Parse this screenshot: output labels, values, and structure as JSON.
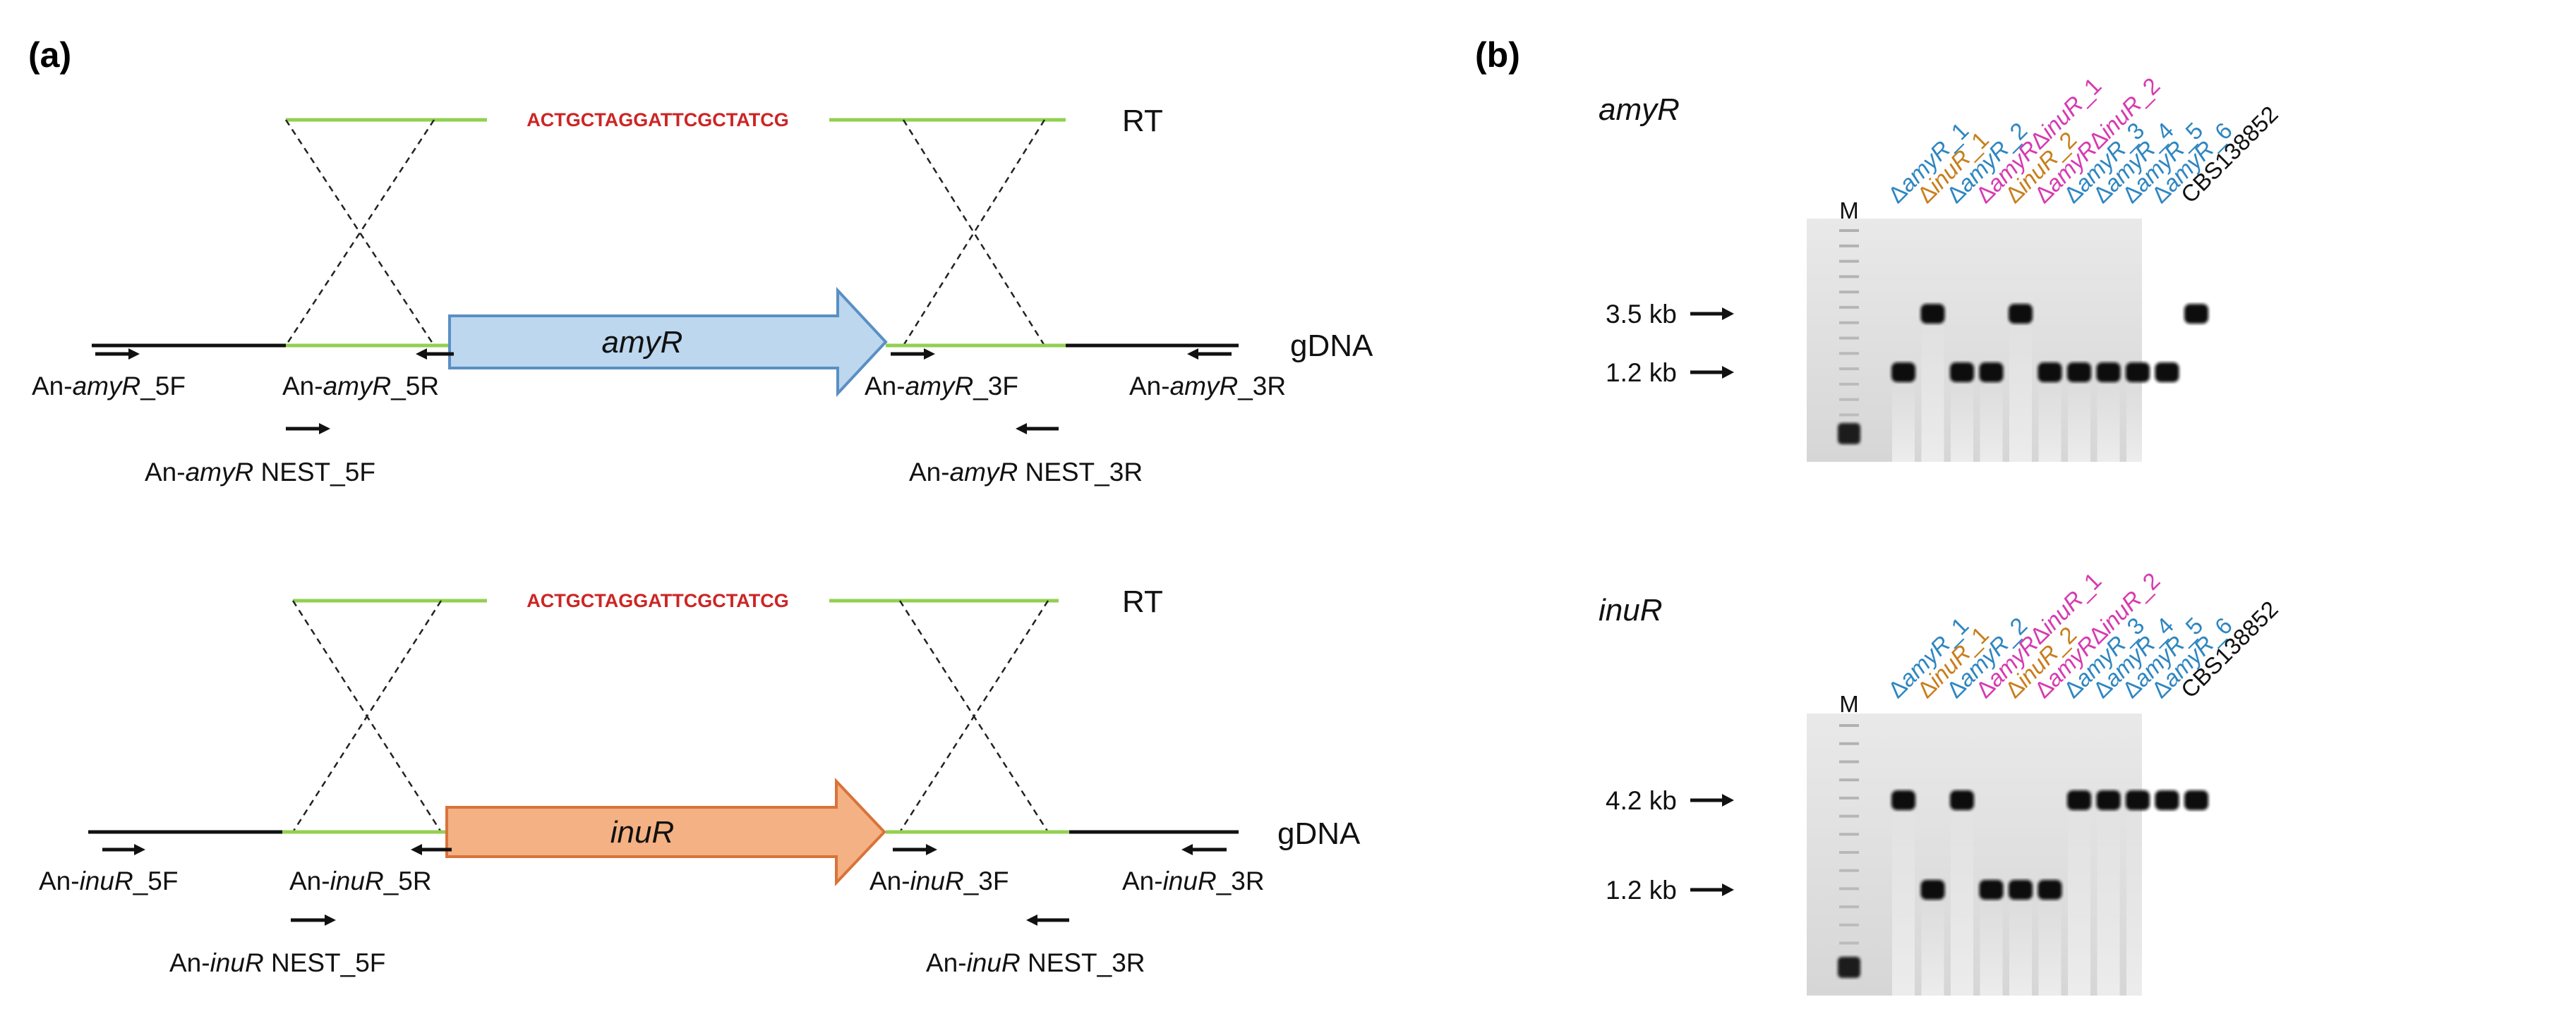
{
  "panels": {
    "a": "(a)",
    "b": "(b)"
  },
  "diagrams": [
    {
      "gene": "amyR",
      "sequence": "ACTGCTAGGATTCGCTATCG",
      "rt_label": "RT",
      "gdna_label": "gDNA",
      "gene_color": "#bcd7ee",
      "gene_border": "#5b8fc4",
      "primers": {
        "f5": "An-amyR_5F",
        "r5": "An-amyR_5R",
        "nest5": "An-amyR NEST_5F",
        "f3": "An-amyR_3F",
        "r3": "An-amyR_3R",
        "nest3": "An-amyR NEST_3R"
      }
    },
    {
      "gene": "inuR",
      "sequence": "ACTGCTAGGATTCGCTATCG",
      "rt_label": "RT",
      "gdna_label": "gDNA",
      "gene_color": "#f4b183",
      "gene_border": "#d9733a",
      "primers": {
        "f5": "An-inuR_5F",
        "r5": "An-inuR_5R",
        "nest5": "An-inuR NEST_5F",
        "f3": "An-inuR_3F",
        "r3": "An-inuR_3R",
        "nest3": "An-inuR NEST_3R"
      }
    }
  ],
  "lane_colors": {
    "amyR": "#2e86c1",
    "inuR": "#c87e1c",
    "double": "#d63ab0",
    "wt": "#111111"
  },
  "gels": [
    {
      "title": "amyR",
      "marker_label": "M",
      "size_labels": [
        "3.5 kb",
        "1.2 kb"
      ],
      "lanes": [
        {
          "label": "ΔamyR_1",
          "type": "amyR",
          "band": "1.2 kb"
        },
        {
          "label": "ΔinuR_1",
          "type": "inuR",
          "band": "3.5 kb"
        },
        {
          "label": "ΔamyR_2",
          "type": "amyR",
          "band": "1.2 kb"
        },
        {
          "label": "ΔamyRΔinuR_1",
          "type": "double",
          "band": "1.2 kb"
        },
        {
          "label": "ΔinuR_2",
          "type": "inuR",
          "band": "3.5 kb"
        },
        {
          "label": "ΔamyRΔinuR_2",
          "type": "double",
          "band": "1.2 kb"
        },
        {
          "label": "ΔamyR_3",
          "type": "amyR",
          "band": "1.2 kb"
        },
        {
          "label": "ΔamyR_4",
          "type": "amyR",
          "band": "1.2 kb"
        },
        {
          "label": "ΔamyR_5",
          "type": "amyR",
          "band": "1.2 kb"
        },
        {
          "label": "ΔamyR_6",
          "type": "amyR",
          "band": "1.2 kb"
        },
        {
          "label": "CBS138852",
          "type": "wt",
          "band": "3.5 kb"
        }
      ]
    },
    {
      "title": "inuR",
      "marker_label": "M",
      "size_labels": [
        "4.2 kb",
        "1.2 kb"
      ],
      "lanes": [
        {
          "label": "ΔamyR_1",
          "type": "amyR",
          "band": "4.2 kb"
        },
        {
          "label": "ΔinuR_1",
          "type": "inuR",
          "band": "1.2 kb"
        },
        {
          "label": "ΔamyR_2",
          "type": "amyR",
          "band": "4.2 kb"
        },
        {
          "label": "ΔamyRΔinuR_1",
          "type": "double",
          "band": "1.2 kb"
        },
        {
          "label": "ΔinuR_2",
          "type": "inuR",
          "band": "1.2 kb"
        },
        {
          "label": "ΔamyRΔinuR_2",
          "type": "double",
          "band": "1.2 kb"
        },
        {
          "label": "ΔamyR_3",
          "type": "amyR",
          "band": "4.2 kb"
        },
        {
          "label": "ΔamyR_4",
          "type": "amyR",
          "band": "4.2 kb"
        },
        {
          "label": "ΔamyR_5",
          "type": "amyR",
          "band": "4.2 kb"
        },
        {
          "label": "ΔamyR_6",
          "type": "amyR",
          "band": "4.2 kb"
        },
        {
          "label": "CBS138852",
          "type": "wt",
          "band": "4.2 kb"
        }
      ]
    }
  ]
}
